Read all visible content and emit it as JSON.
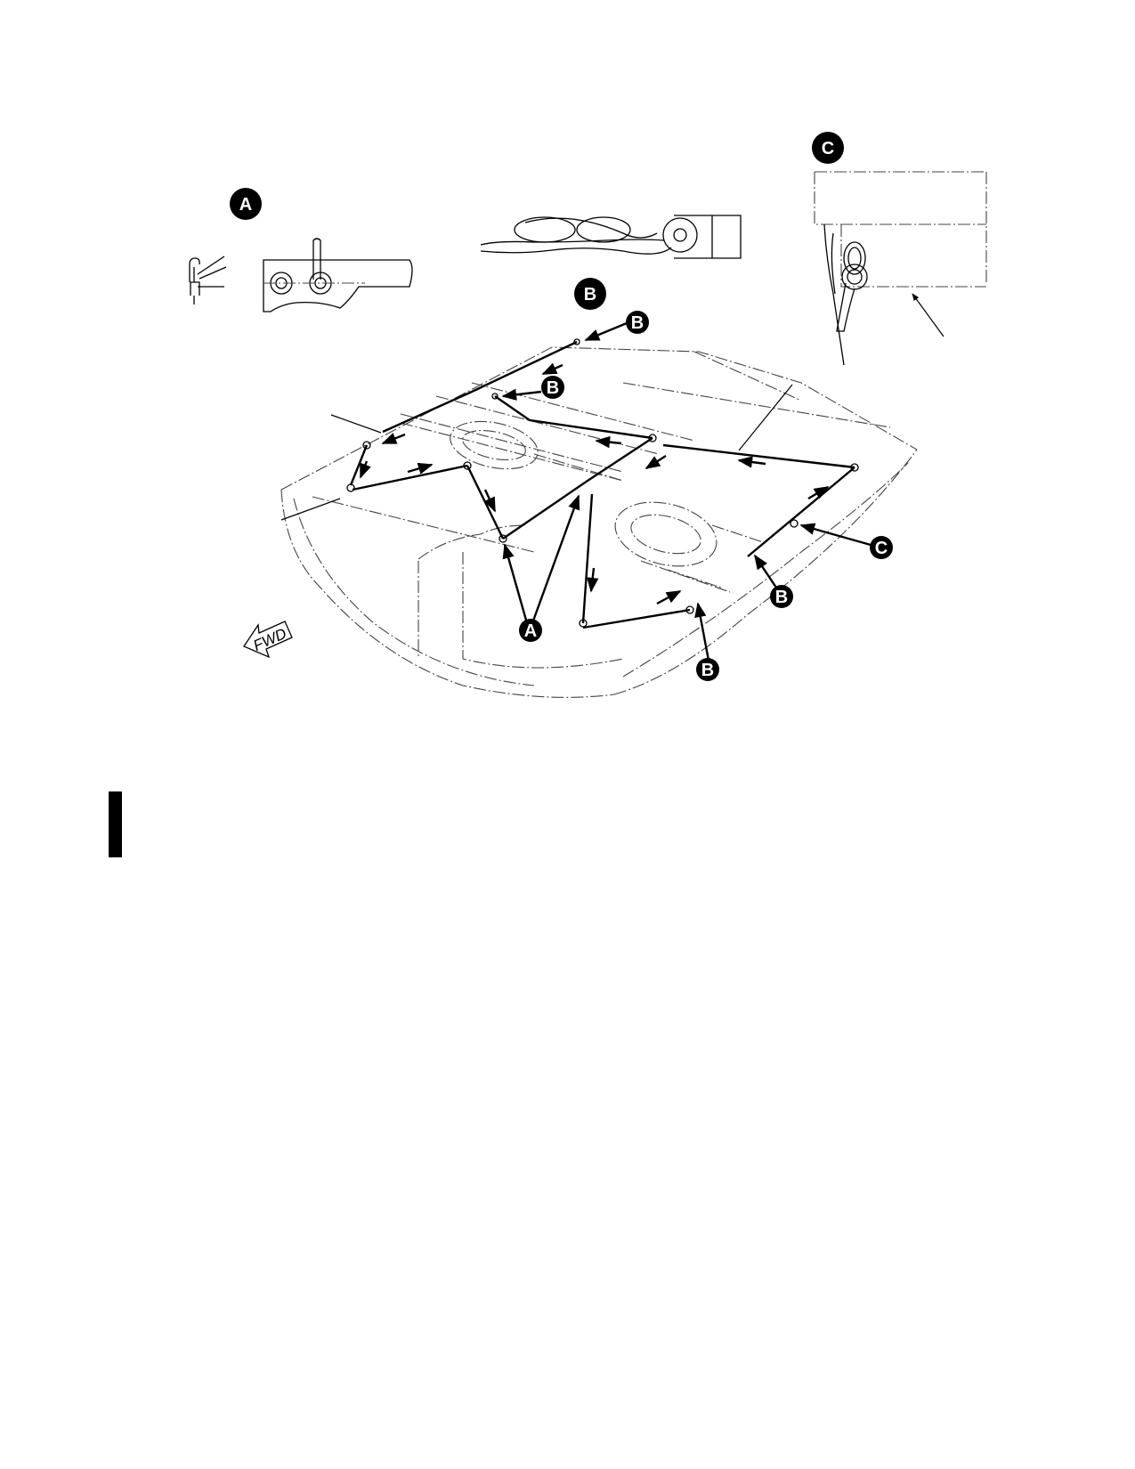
{
  "figure": {
    "detail_labels": {
      "a": "A",
      "b": "B",
      "c": "C"
    },
    "callouts": [
      "B",
      "B",
      "A",
      "C",
      "B",
      "B"
    ],
    "direction_label": "FWD"
  },
  "colors": {
    "ink": "#000000",
    "paper": "#ffffff"
  },
  "icons": {
    "direction": "fwd-arrow-icon",
    "callout": "black-circle-badge"
  }
}
